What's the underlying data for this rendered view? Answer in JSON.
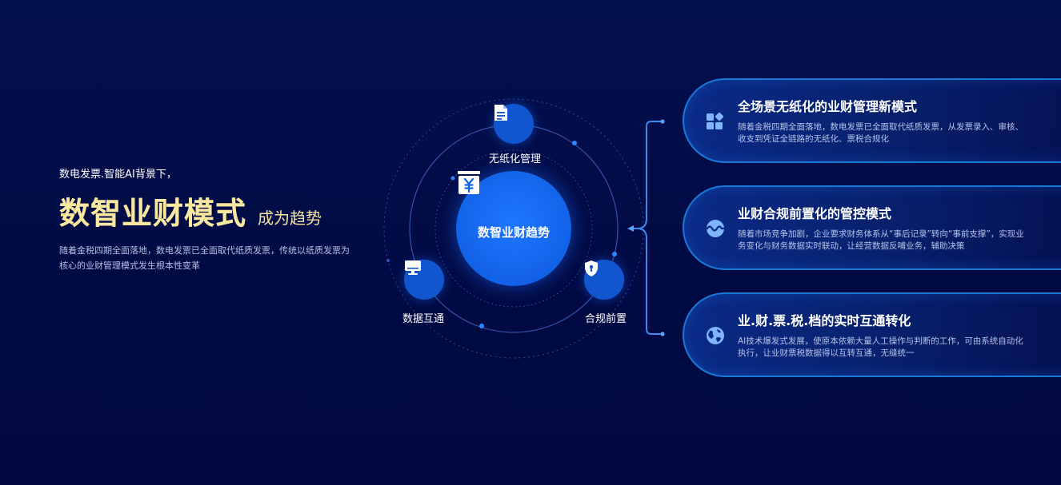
{
  "intro": {
    "subtitle": "数电发票.智能AI背景下，",
    "title": "数智业财模式",
    "title_suffix": "成为趋势",
    "description": "随着金税四期全面落地，数电发票已全面取代纸质发票，传统以纸质发票为核心的业财管理模式发生根本性变革"
  },
  "diagram": {
    "center_label": "数智业财趋势",
    "center_icon": "yen-box-icon",
    "nodes": [
      {
        "label": "无纸化管理",
        "icon": "document-icon"
      },
      {
        "label": "数据互通",
        "icon": "monitor-icon"
      },
      {
        "label": "合规前置",
        "icon": "shield-icon"
      }
    ]
  },
  "cards": [
    {
      "title": "全场景无纸化的业财管理新模式",
      "description": "随着金税四期全面落地，数电发票已全面取代纸质发票，从发票录入、审核、收支到凭证全链路的无纸化、票税合规化",
      "icon": "grid-apps-icon"
    },
    {
      "title": "业财合规前置化的管控模式",
      "description": "随着市场竞争加剧，企业要求财务体系从“事后记录”转向“事前支撑”，实现业务变化与财务数据实时联动，让经营数据反哺业务，辅助决策",
      "icon": "wave-circle-icon"
    },
    {
      "title": "业.财.票.税.档的实时互通转化",
      "description": "AI技术爆发式发展，使原本依赖大量人工操作与判断的工作，可由系统自动化执行，让业财票税数据得以互转互通，无缝统一",
      "icon": "globe-icon"
    }
  ],
  "colors": {
    "background": "#020b45",
    "accent_blue": "#1262e8",
    "title_gold": "#f9e7a0",
    "card_border": "#1a79d6"
  }
}
